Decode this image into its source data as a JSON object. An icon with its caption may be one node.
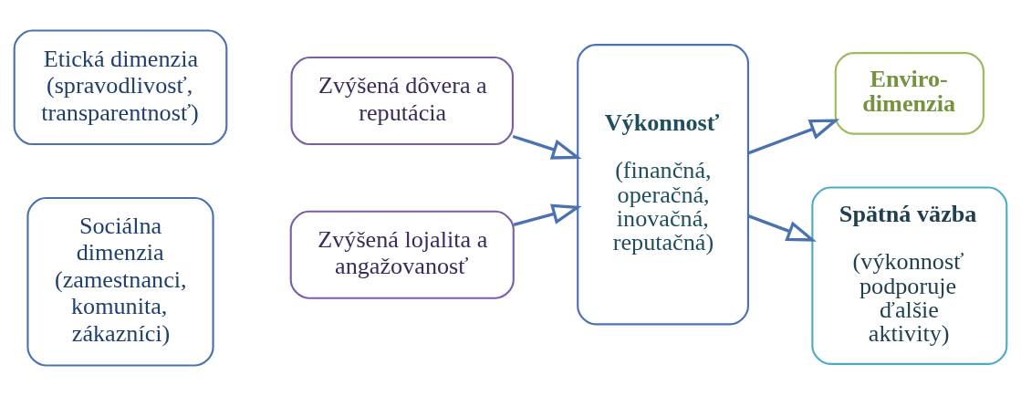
{
  "diagram": {
    "nodes": [
      {
        "text": [
          "Etická dimenzia (spravodlivosť, transparentnosť)"
        ]
      },
      {
        "text": [
          "Zvýšená dôvera a reputácia"
        ]
      },
      {
        "text": [
          "Sociálna dimenzia (zamestnanci, komunita, zákazníci)"
        ]
      },
      {
        "text": [
          "Zvýšená lojalita a angažovanosť"
        ]
      },
      {
        "text": [
          "Výkonnosť",
          "(finančná, operačná, inovačná, reputačná)"
        ]
      },
      {
        "text": [
          "Enviro- dimenzia"
        ]
      },
      {
        "text": [
          "Spätná väzba",
          "(výkonnosť podporuje ďalšie aktivity)"
        ]
      }
    ],
    "edges": [
      {
        "from": 1,
        "to": 4,
        "arrow": "to"
      },
      {
        "from": 3,
        "to": 4,
        "arrow": "to"
      },
      {
        "from": 4,
        "to": 5,
        "arrow": "to"
      },
      {
        "from": 4,
        "to": 6,
        "arrow": "to"
      }
    ]
  }
}
